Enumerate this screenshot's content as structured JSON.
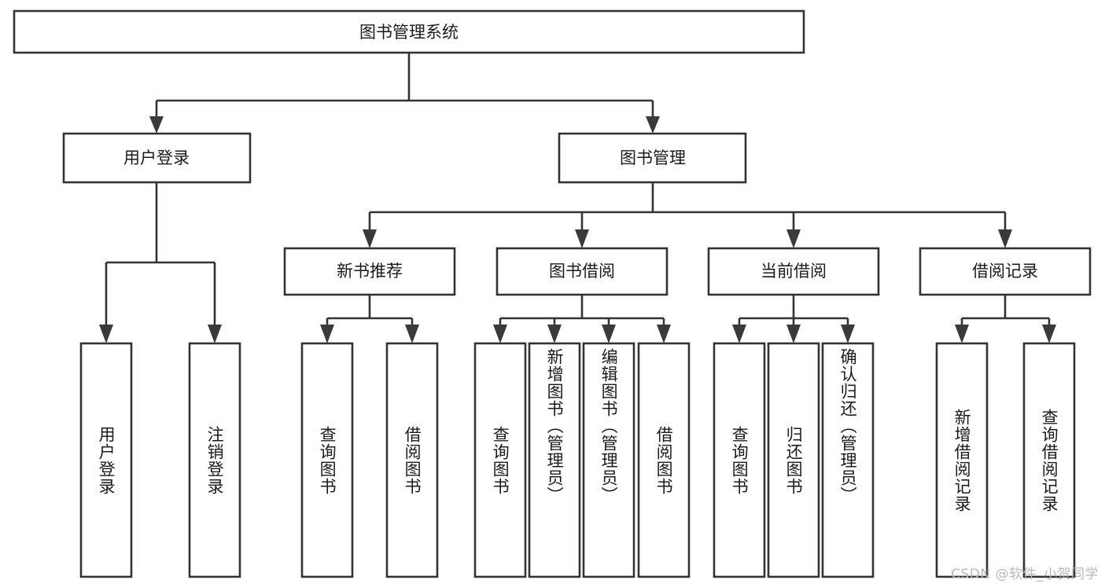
{
  "diagram": {
    "type": "tree-hierarchy",
    "title": "图书管理系统",
    "orientation": "top-down",
    "watermark": "CSDN @软件_小贺同学",
    "colors": {
      "box_stroke": "#333333",
      "box_fill": "#ffffff",
      "connector": "#333333",
      "text": "#1b1b1b",
      "background": "#ffffff",
      "watermark": "#b9b9b9"
    },
    "root": {
      "label": "图书管理系统"
    },
    "level2": [
      {
        "label": "用户登录"
      },
      {
        "label": "图书管理"
      }
    ],
    "level3": [
      {
        "label": "新书推荐"
      },
      {
        "label": "图书借阅"
      },
      {
        "label": "当前借阅"
      },
      {
        "label": "借阅记录"
      }
    ],
    "leaves": {
      "user_login": [
        {
          "label": "用户登录"
        },
        {
          "label": "注销登录"
        }
      ],
      "new_book_recommend": [
        {
          "label": "查询图书"
        },
        {
          "label": "借阅图书"
        }
      ],
      "book_borrow": [
        {
          "label": "查询图书"
        },
        {
          "label": "新增图书（管理员）"
        },
        {
          "label": "编辑图书（管理员）"
        },
        {
          "label": "借阅图书"
        }
      ],
      "current_borrow": [
        {
          "label": "查询图书"
        },
        {
          "label": "归还图书"
        },
        {
          "label": "确认归还（管理员）"
        }
      ],
      "borrow_record": [
        {
          "label": "新增借阅记录"
        },
        {
          "label": "查询借阅记录"
        }
      ]
    }
  }
}
